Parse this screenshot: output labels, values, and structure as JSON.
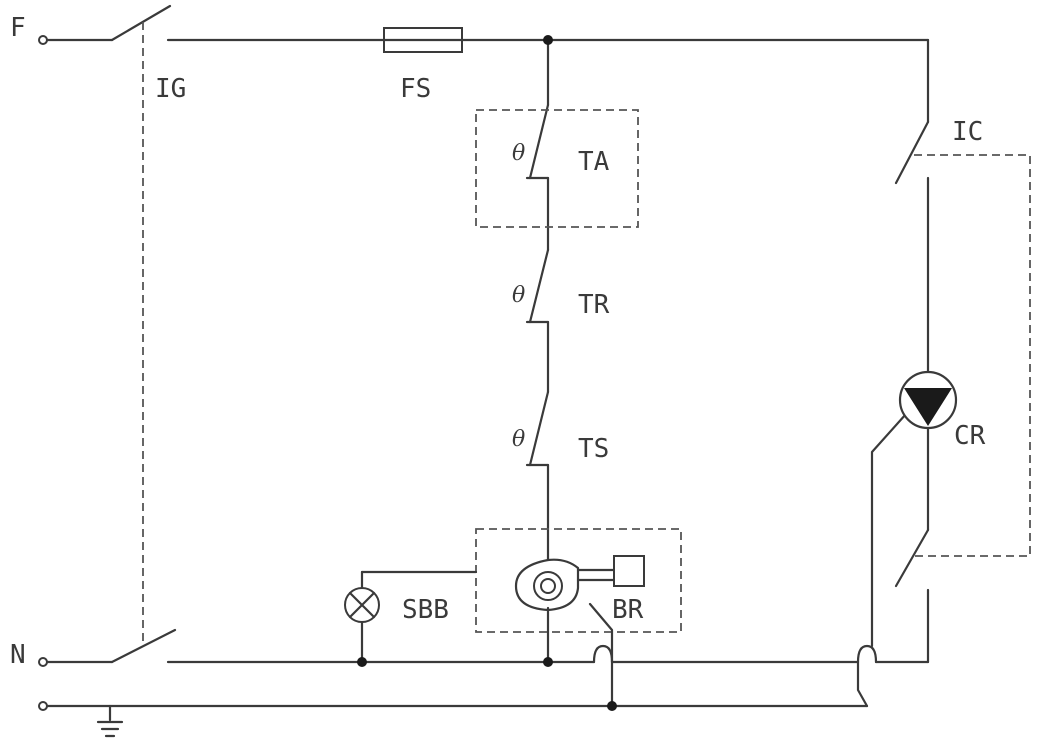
{
  "terminals": {
    "phase": "F",
    "neutral": "N"
  },
  "components": {
    "main_switch": "IG",
    "fuse": "FS",
    "thermostat_a": "TA",
    "thermostat_r": "TR",
    "thermostat_s": "TS",
    "burner": "BR",
    "lamp": "SBB",
    "pump_switch": "IC",
    "pump": "CR"
  },
  "thermo_symbol": "θ"
}
